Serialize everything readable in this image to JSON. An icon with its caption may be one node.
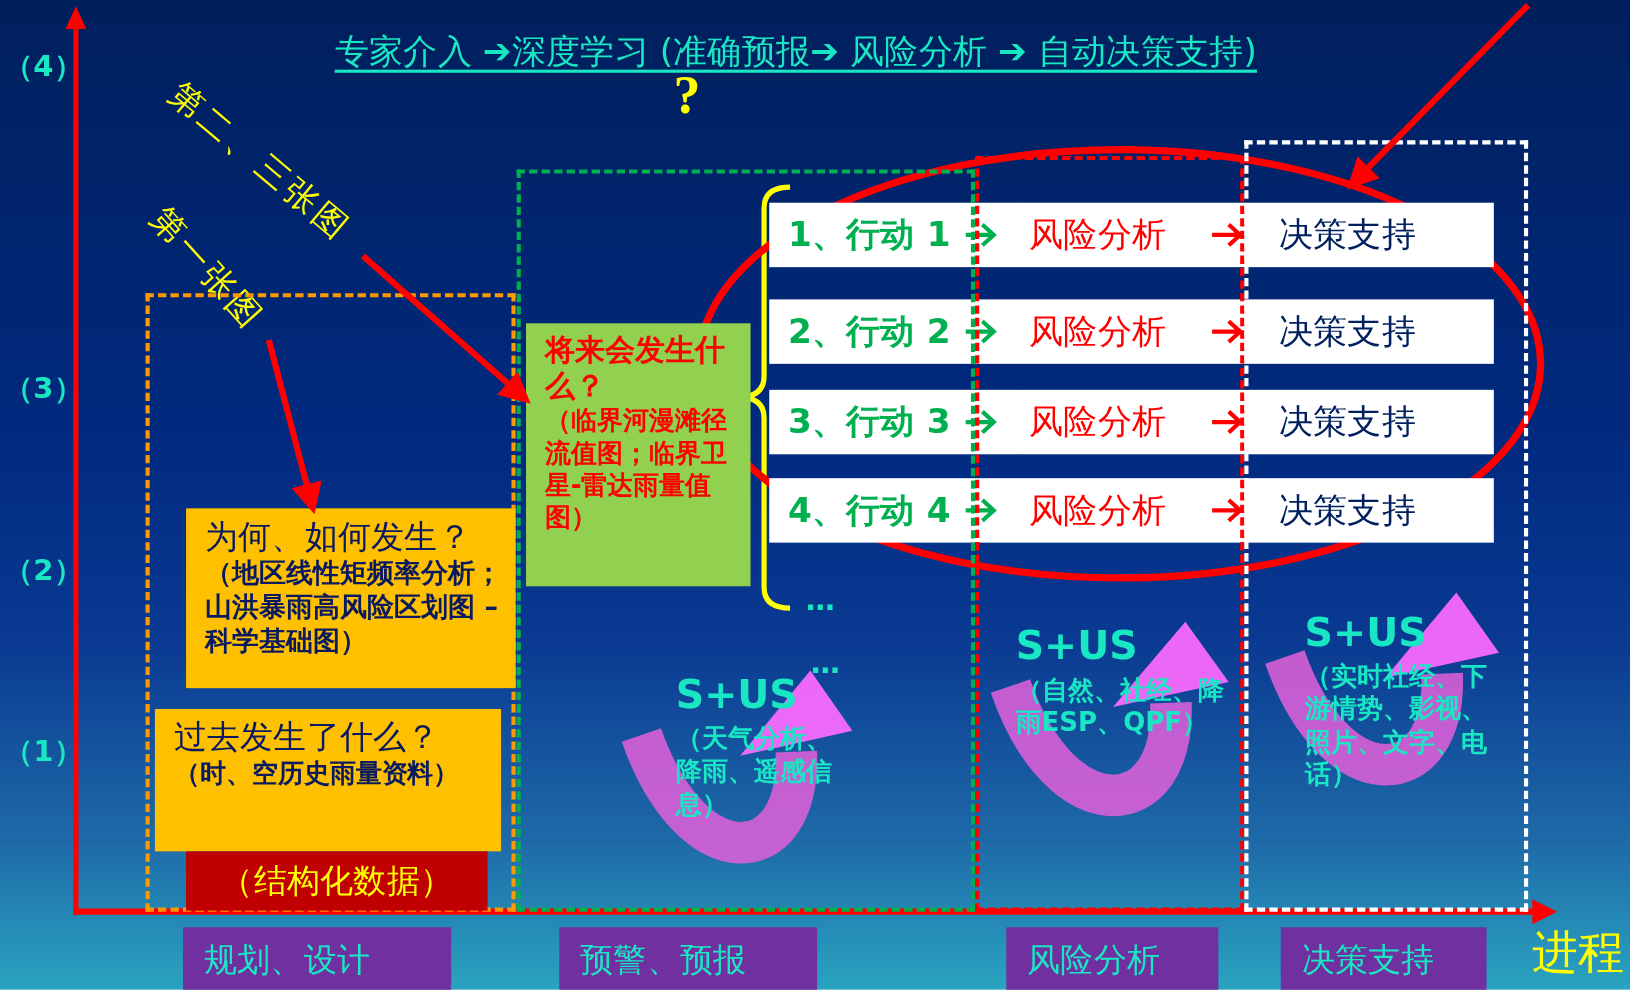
{
  "diagram": {
    "title": "专家介入 ➔深度学习 (准确预报➔ 风险分析 ➔ 自动决策支持)",
    "nodes": [
      {
        "text": [],
        "shape": "box"
      },
      {
        "text": [
          "第一张图"
        ]
      },
      {
        "text": [
          "第二、三张图"
        ]
      },
      {
        "text": [
          "为何、如何发生？",
          "（地区线性矩频率分析；山洪暴雨高风险区划图 –科学基础图）"
        ],
        "in": 0
      },
      {
        "text": [
          "过去发生了什么？",
          "（时、空历史雨量资料）"
        ],
        "in": 0
      },
      {
        "text": [
          "（结构化数据）"
        ],
        "in": 0
      },
      {
        "text": [],
        "shape": "box"
      },
      {
        "text": [
          "将来会发生什么？",
          "（临界河漫滩径流值图；临界卫星-雷达雨量值图）"
        ],
        "in": 6
      },
      {
        "text": [],
        "shape": "box"
      },
      {
        "text": [],
        "shape": "box"
      },
      {
        "text": [],
        "shape": "ellipse"
      },
      {
        "text": [
          "1、行动 1",
          "风险分析",
          "决策支持"
        ],
        "in": 10
      },
      {
        "text": [
          "2、行动 2",
          "风险分析",
          "决策支持"
        ],
        "in": 10
      },
      {
        "text": [
          "3、行动 3",
          "风险分析",
          "决策支持"
        ],
        "in": 10
      },
      {
        "text": [
          "4、行动 4",
          "风险分析",
          "决策支持"
        ],
        "in": 10
      },
      {
        "text": [
          "规划、设计"
        ]
      },
      {
        "text": [
          "预警、预报"
        ]
      },
      {
        "text": [
          "风险分析"
        ]
      },
      {
        "text": [
          "决策支持"
        ]
      }
    ],
    "edges": [
      {
        "from": 1,
        "to": 3,
        "arrow": "to"
      },
      {
        "from": 2,
        "to": 7,
        "arrow": "to"
      },
      {
        "from": null,
        "to": 10,
        "arrow": "to"
      }
    ],
    "labels": [
      "（4）",
      "（3）",
      "（2）",
      "（1）",
      "?",
      "…",
      "…",
      "S+US",
      "（天气分析、降雨、遥感信息）",
      "S+US",
      "（自然、社经、降雨ESP、QPF）",
      "S+US",
      "（实时社经、下游情势、影视、照片、文字、电话）",
      "进程"
    ]
  }
}
